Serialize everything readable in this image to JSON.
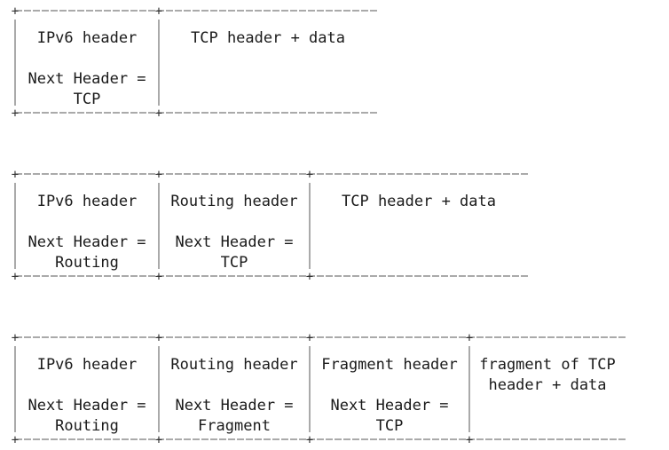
{
  "diagrams": [
    {
      "cells": [
        {
          "lines": [
            "IPv6 header",
            "",
            "Next Header =",
            "TCP"
          ]
        },
        {
          "lines": [
            "TCP header + data"
          ]
        }
      ]
    },
    {
      "cells": [
        {
          "lines": [
            "IPv6 header",
            "",
            "Next Header =",
            "Routing"
          ]
        },
        {
          "lines": [
            "Routing header",
            "",
            "Next Header =",
            "TCP"
          ]
        },
        {
          "lines": [
            "TCP header + data"
          ]
        }
      ]
    },
    {
      "cells": [
        {
          "lines": [
            "IPv6 header",
            "",
            "Next Header =",
            "Routing"
          ]
        },
        {
          "lines": [
            "Routing header",
            "",
            "Next Header =",
            "Fragment"
          ]
        },
        {
          "lines": [
            "Fragment header",
            "",
            "Next Header =",
            "TCP"
          ]
        },
        {
          "lines": [
            "fragment of TCP",
            "header + data"
          ]
        }
      ]
    }
  ]
}
